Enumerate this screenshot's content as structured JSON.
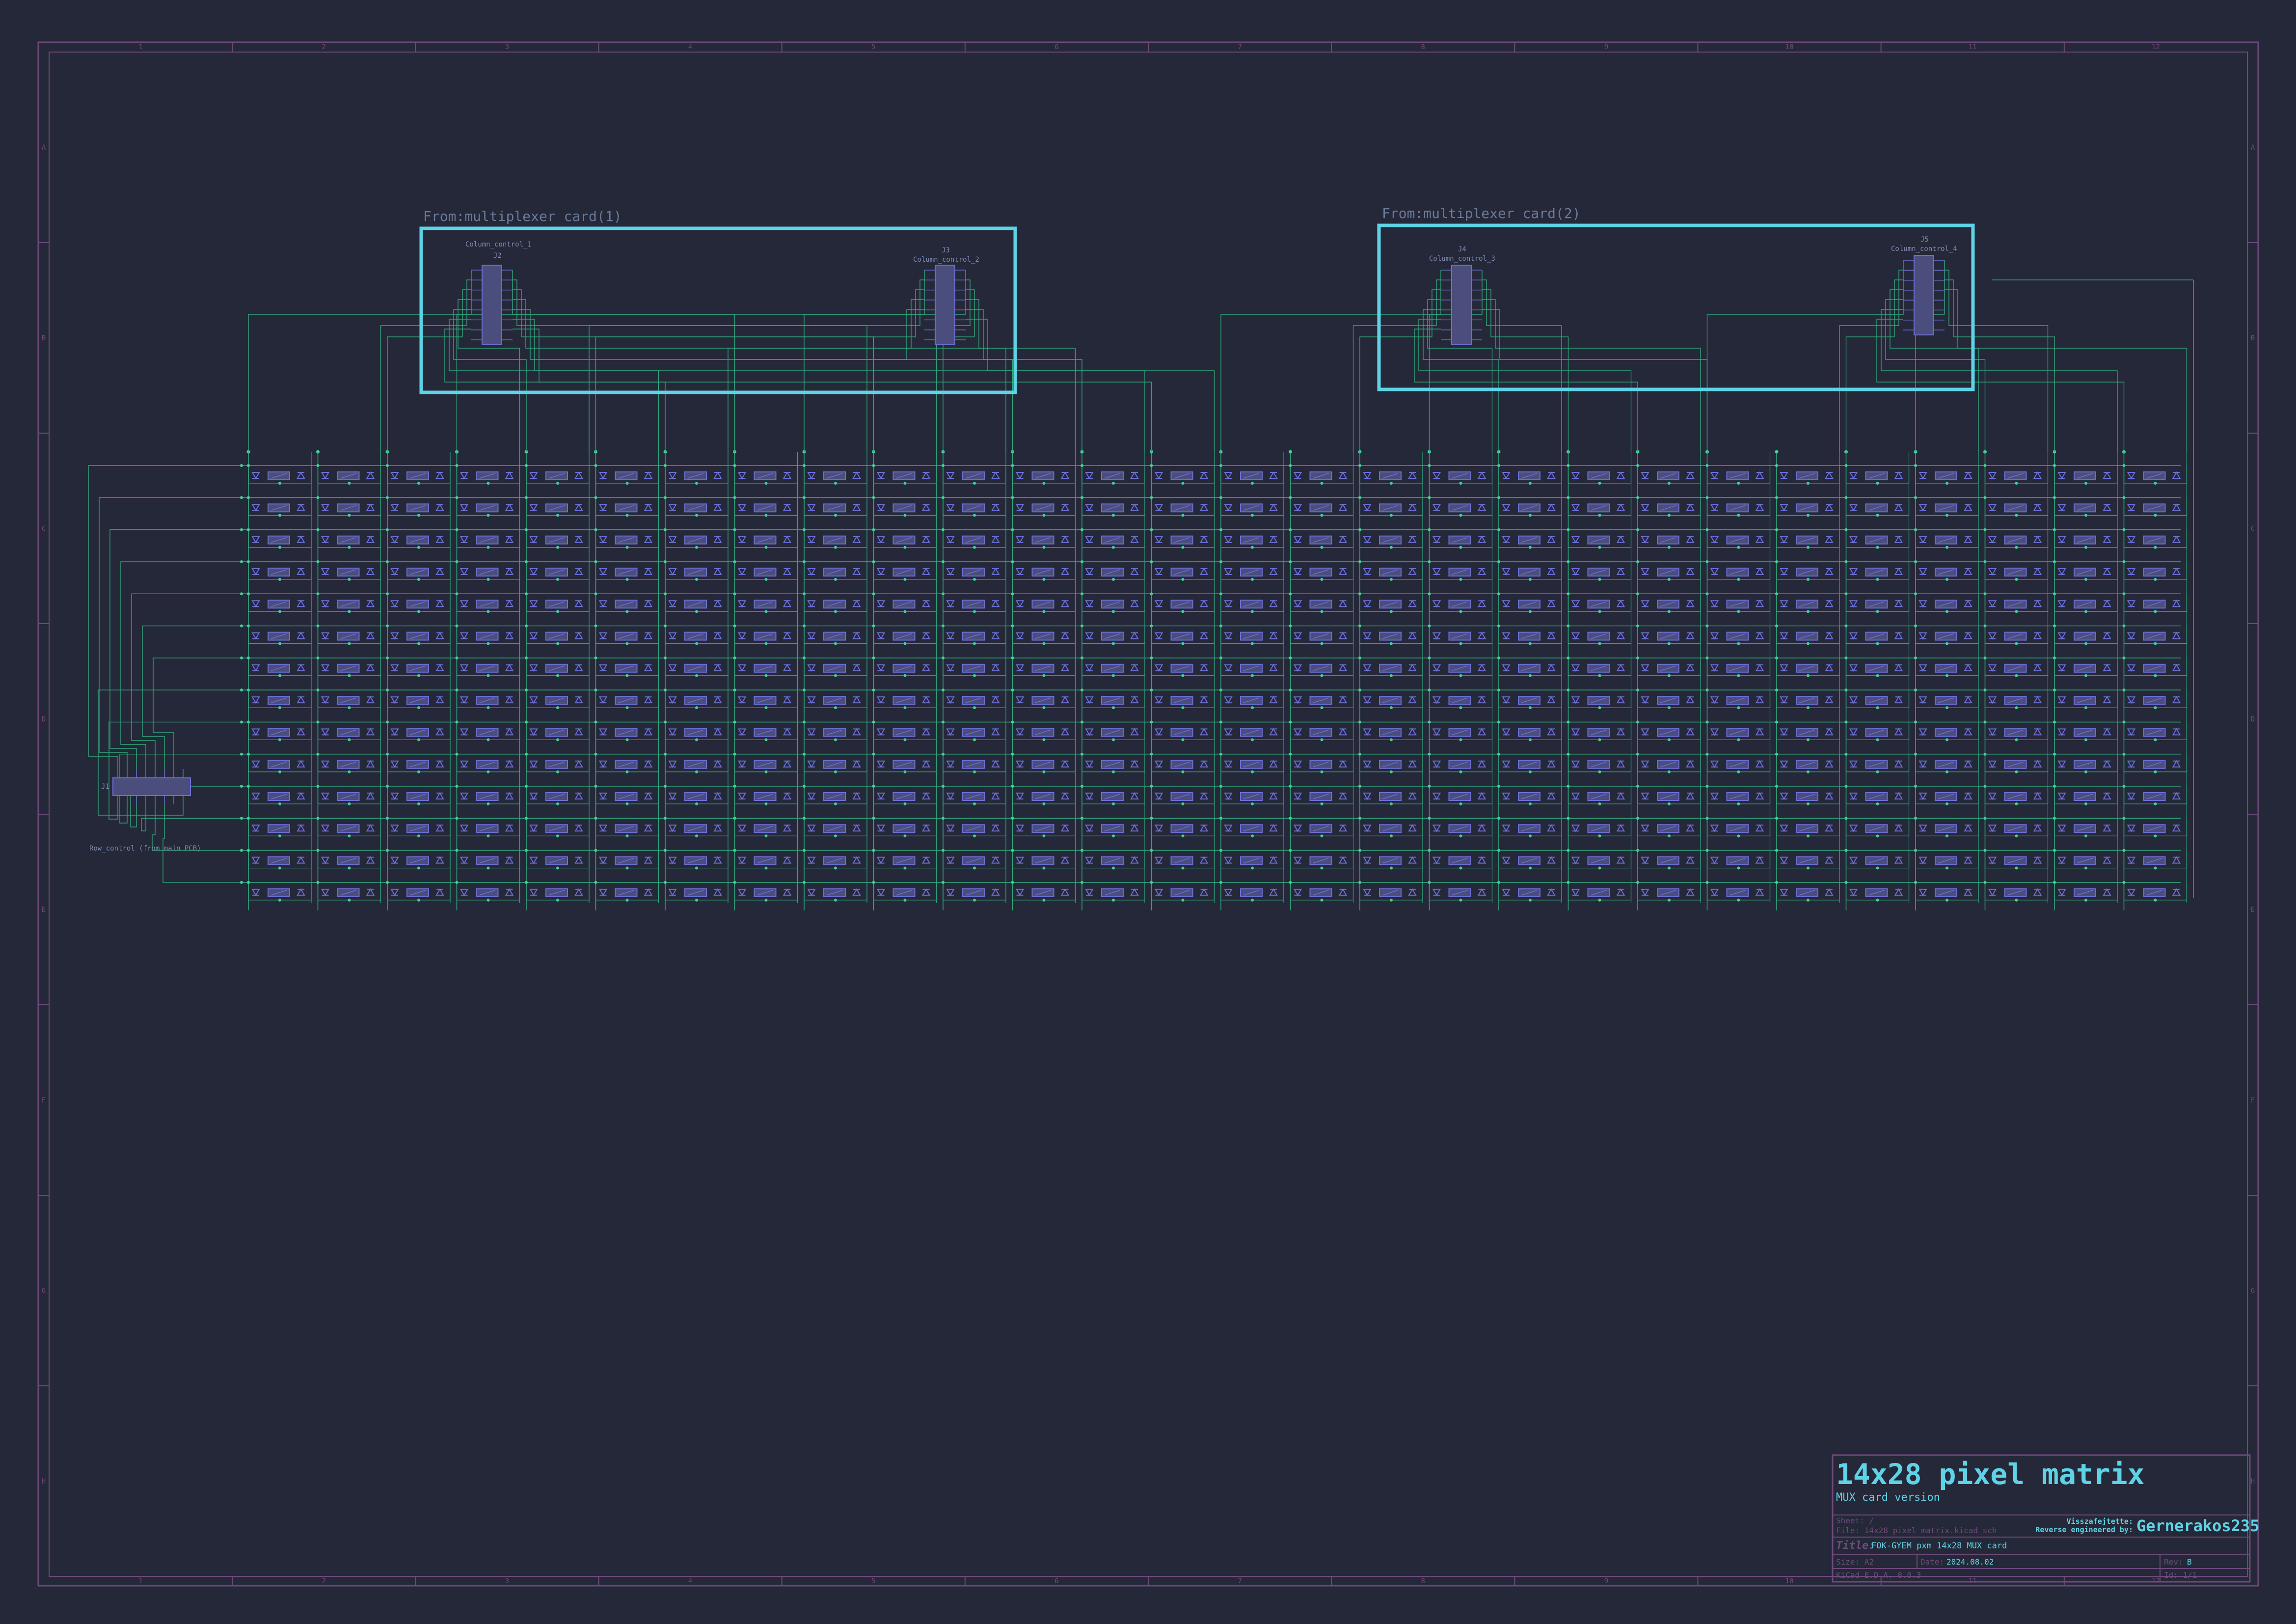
{
  "colors": {
    "background": "#252838",
    "border": "#6e4a7c",
    "wire": "#2fa87a",
    "junction": "#3fd39a",
    "symbol": "#6c6fd6",
    "symbol_fill": "#4b4d7c",
    "box": "#5fd3e6",
    "text_dim": "#5a6a8a",
    "title_accent": "#5fd3e6"
  },
  "sheet": {
    "column_markers": [
      "1",
      "2",
      "3",
      "4",
      "5",
      "6",
      "7",
      "8",
      "9",
      "10",
      "11",
      "12"
    ],
    "row_markers": [
      "A",
      "B",
      "C",
      "D",
      "E",
      "F",
      "G",
      "H"
    ]
  },
  "groups": [
    {
      "label": "From:multiplexer card(1)"
    },
    {
      "label": "From:multiplexer card(2)"
    }
  ],
  "connectors": [
    {
      "name": "Column_control_1",
      "ref": "J2"
    },
    {
      "name": "Column_control_2",
      "ref": "J3"
    },
    {
      "name": "Column_control_3",
      "ref": "J4"
    },
    {
      "name": "Column_control_4",
      "ref": "J5"
    },
    {
      "name": "Row_control (from main PCB)",
      "ref": "J1"
    }
  ],
  "matrix": {
    "rows": 14,
    "cols": 28,
    "icons": [
      "diode-icon",
      "resistor-icon",
      "diode-icon"
    ]
  },
  "title_block": {
    "title": "14x28 pixel matrix",
    "subtitle": "MUX card version",
    "sheet": "Sheet: /",
    "file": "File: 14x28 pixel matrix.kicad_sch",
    "credit_hu": "Visszafejtette:",
    "credit_en": "Reverse engineered by:",
    "author": "Gernerakos235",
    "title_label": "Title:",
    "title_value": "FOK-GYEM pxm 14x28 MUX card",
    "size": "Size: A2",
    "date_label": "Date:",
    "date_value": "2024.08.02",
    "rev_label": "Rev:",
    "rev_value": "B",
    "tool": "KiCad E.D.A. 8.0.3",
    "id": "Id: 1/1"
  }
}
